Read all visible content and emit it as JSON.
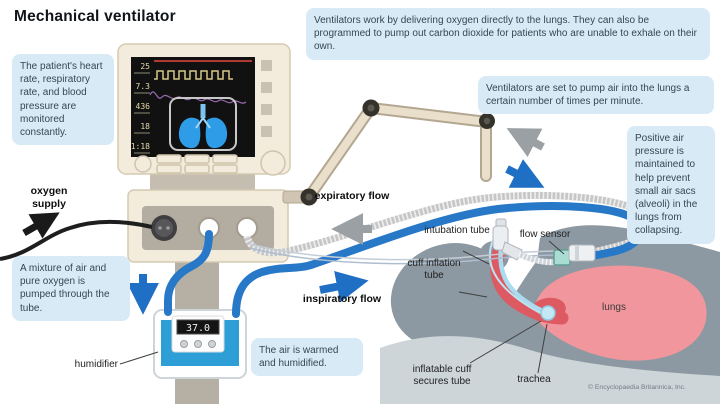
{
  "title": "Mechanical ventilator",
  "credit": "© Encyclopaedia Britannica, Inc.",
  "callouts": {
    "monitoring": "The patient's heart rate, respiratory rate, and blood pressure are monitored constantly.",
    "how_it_works": "Ventilators work by delivering oxygen directly to the lungs. They can also be programmed to pump out carbon dioxide for patients who are unable to exhale on their own.",
    "pump_rate": "Ventilators are set to pump air into the lungs a certain number of times per minute.",
    "positive_pressure": "Positive air pressure is maintained to help prevent small air sacs (alveoli) in the lungs from collapsing.",
    "air_mixture": "A mixture of air and pure oxygen is pumped through the tube.",
    "warmed_air": "The air is warmed and humidified."
  },
  "flow_labels": {
    "oxygen_supply": "oxygen supply",
    "expiratory": "expiratory flow",
    "inspiratory": "inspiratory flow"
  },
  "part_labels": {
    "intubation_tube": "intubation tube",
    "flow_sensor": "flow sensor",
    "cuff_inflation_tube": "cuff inflation tube",
    "inflatable_cuff": "inflatable cuff secures tube",
    "trachea": "trachea",
    "lungs": "lungs",
    "humidifier": "humidifier"
  },
  "monitor": {
    "readings": [
      "25",
      "7.3",
      "436",
      "18",
      "1:18"
    ]
  },
  "humidifier_unit": {
    "display": "37.0"
  },
  "colors": {
    "callout_box_bg": "#d8eaf6",
    "callout_text": "#37474f",
    "inspiratory_blue": "#1f6fc4",
    "expiratory_gray": "#9aa0a3",
    "tube_blue": "#2878c8",
    "corrugated_gray": "#c6c6c6",
    "machine_cream": "#f3ecdc",
    "humidifier_blue": "#2d9fd6",
    "body_gray": "#8d99a2",
    "lungs_pink": "#f0969c",
    "trachea_red": "#dd5a62",
    "bed_gray": "#cdd5d8",
    "screen_black": "#111111",
    "screen_lungs_blue": "#2f9ce8"
  }
}
